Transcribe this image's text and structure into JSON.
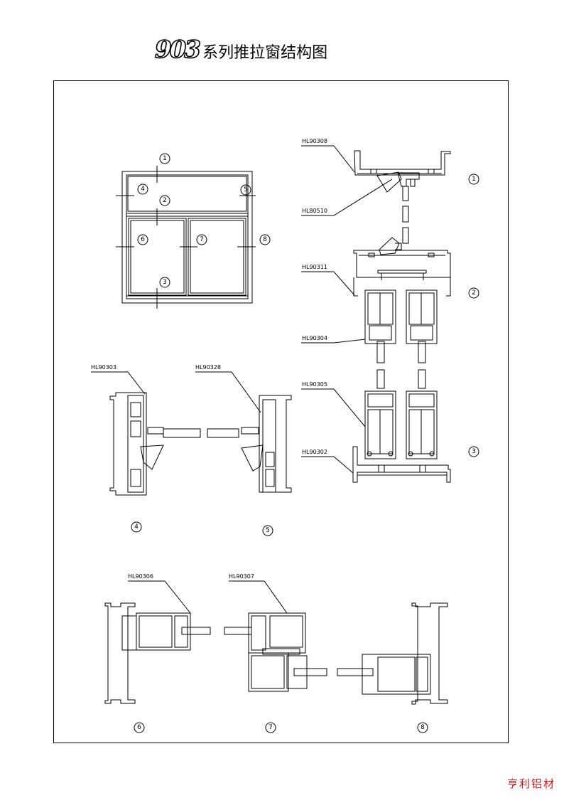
{
  "title": {
    "number": "903",
    "text": "系列推拉窗结构图"
  },
  "elevation": {
    "callouts": [
      "1",
      "2",
      "3",
      "4",
      "5",
      "6",
      "7",
      "8"
    ]
  },
  "profiles": {
    "hl90308": "HL90308",
    "hl80510": "HL80510",
    "hl90311": "HL90311",
    "hl90304": "HL90304",
    "hl90305": "HL90305",
    "hl90302": "HL90302",
    "hl90303": "HL90303",
    "hl90328": "HL90328",
    "hl90306": "HL90306",
    "hl90307": "HL90307"
  },
  "section_numbers": {
    "s1": "1",
    "s2": "2",
    "s3": "3",
    "s4": "4",
    "s5": "5",
    "s6": "6",
    "s7": "7",
    "s8": "8"
  },
  "watermark": "亨利铝材"
}
